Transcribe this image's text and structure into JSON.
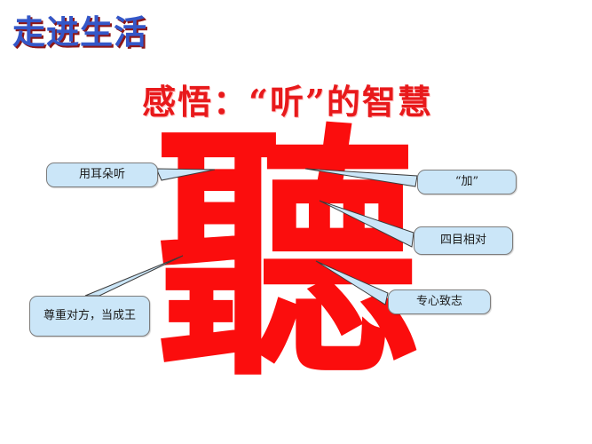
{
  "slide": {
    "title": "走进生活",
    "heading": "感悟：“听”的智慧",
    "center_character": "聽",
    "colors": {
      "title_fill": "#3457c8",
      "title_shadow": "#8e1616",
      "heading_red": "#e8191b",
      "character_red": "#fb0d0d",
      "callout_fill": "#cbe6f8",
      "callout_border": "#7d7d7d",
      "background": "#ffffff"
    }
  },
  "callouts": [
    {
      "id": "ear",
      "label": "用耳朵听"
    },
    {
      "id": "jia",
      "label": "“加”"
    },
    {
      "id": "eyes",
      "label": "四目相对"
    },
    {
      "id": "focus",
      "label": "专心致志"
    },
    {
      "id": "respect",
      "label": "尊重对方，当成王"
    }
  ]
}
